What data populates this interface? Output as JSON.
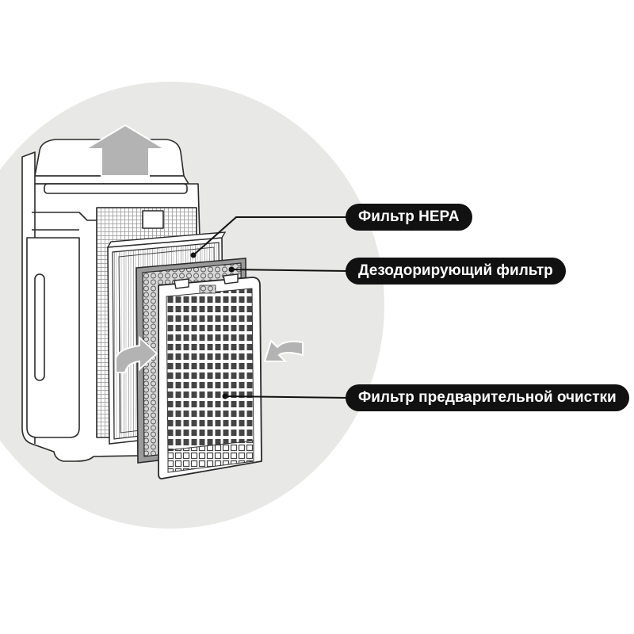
{
  "labels": {
    "hepa": "Фильтр HEPA",
    "deodorizing": "Дезодорирующий фильтр",
    "prefilter": "Фильтр предварительной очистки"
  },
  "colors": {
    "background_ellipse": "#e8e8e6",
    "label_bg": "#111111",
    "label_text": "#ffffff",
    "arrow": "#b3b3b3",
    "outline": "#2a2a2a"
  }
}
